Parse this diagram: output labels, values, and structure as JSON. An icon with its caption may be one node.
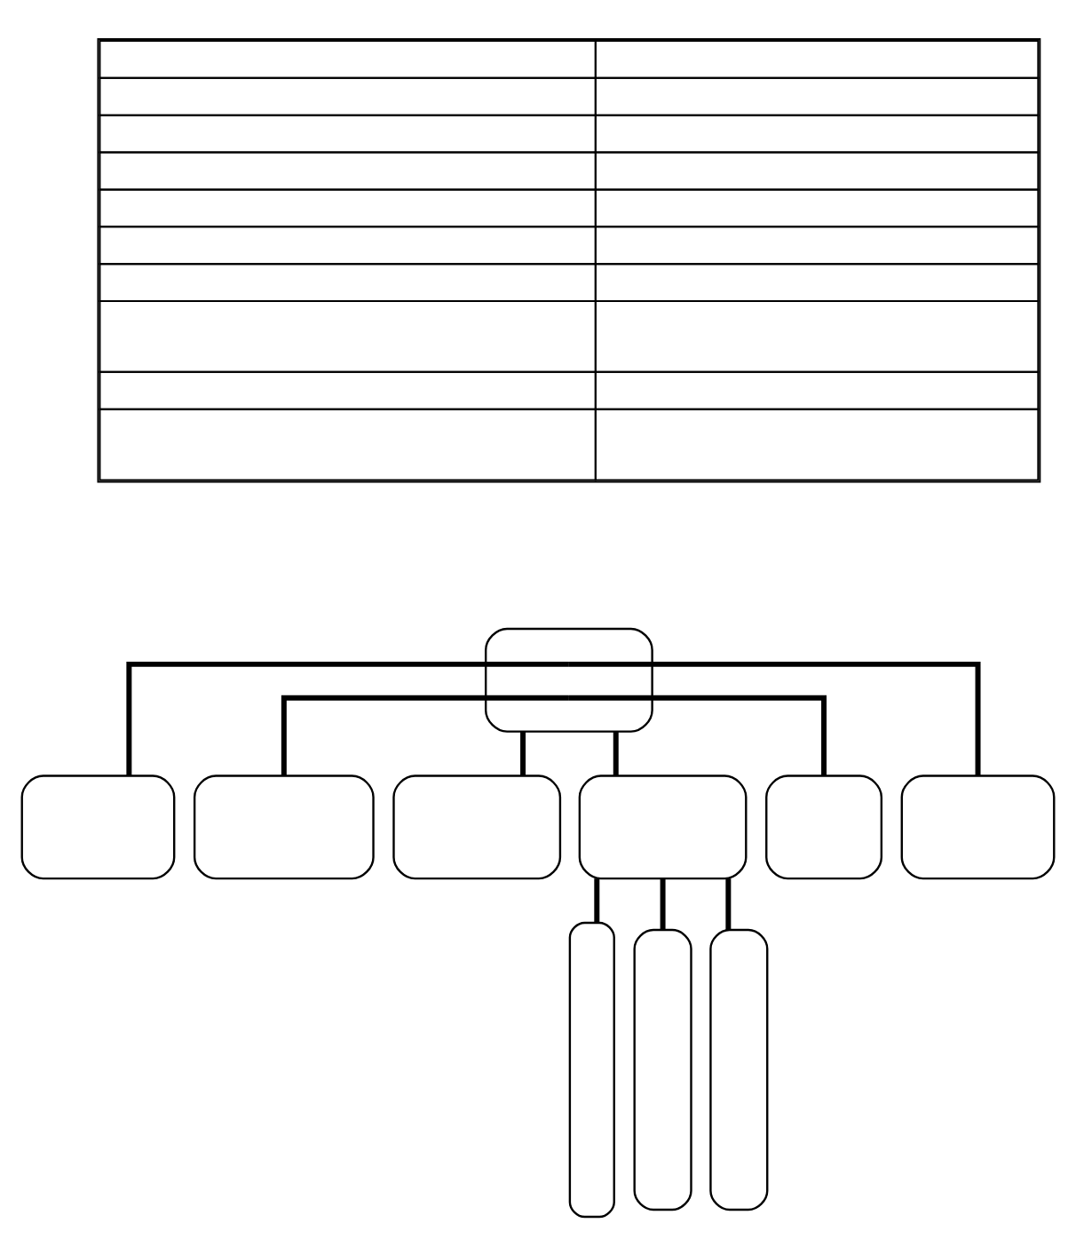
{
  "diagram": {
    "nodes": [
      {
        "text": [],
        "shape": "table"
      },
      {
        "text": [],
        "shape": "box"
      },
      {
        "text": [],
        "shape": "box"
      },
      {
        "text": [],
        "shape": "box"
      },
      {
        "text": [],
        "shape": "box"
      },
      {
        "text": [],
        "shape": "box"
      },
      {
        "text": [],
        "shape": "box"
      },
      {
        "text": [],
        "shape": "box"
      },
      {
        "text": [],
        "shape": "box"
      },
      {
        "text": [],
        "shape": "box"
      },
      {
        "text": [],
        "shape": "box"
      }
    ],
    "edges": [
      {
        "from": 1,
        "to": 2,
        "arrow": "none"
      },
      {
        "from": 1,
        "to": 3,
        "arrow": "none"
      },
      {
        "from": 1,
        "to": 4,
        "arrow": "none"
      },
      {
        "from": 1,
        "to": 5,
        "arrow": "none"
      },
      {
        "from": 1,
        "to": 6,
        "arrow": "none"
      },
      {
        "from": 1,
        "to": 7,
        "arrow": "none"
      },
      {
        "from": 5,
        "to": 8,
        "arrow": "none"
      },
      {
        "from": 5,
        "to": 9,
        "arrow": "none"
      },
      {
        "from": 5,
        "to": 10,
        "arrow": "none"
      }
    ]
  }
}
